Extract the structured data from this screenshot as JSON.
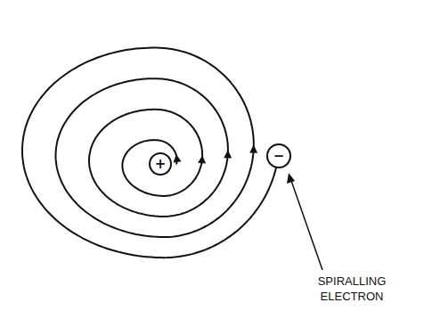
{
  "diagram": {
    "nodes": [
      {
        "text": [
          "+"
        ]
      },
      {
        "text": [
          "−"
        ]
      }
    ],
    "labels": [
      "SPIRALLING ELECTRON"
    ]
  }
}
